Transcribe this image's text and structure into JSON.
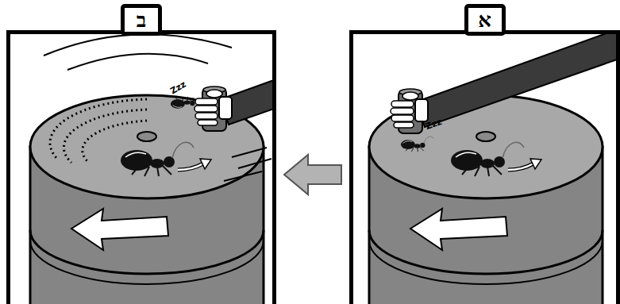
{
  "diagram": {
    "nodes": [
      {
        "text": [
          "א"
        ]
      },
      {
        "text": [
          "ב"
        ]
      }
    ],
    "edges": [
      {
        "from": 0,
        "to": 1,
        "arrow": "to"
      }
    ],
    "labels": [
      "Zzz",
      "Zzz"
    ]
  }
}
